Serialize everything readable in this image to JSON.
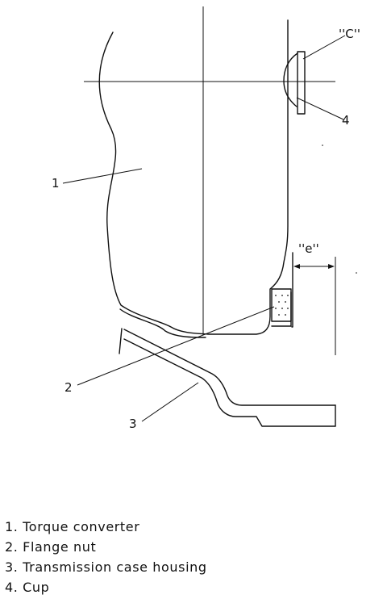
{
  "callouts": {
    "c": "''C''",
    "e": "''e''",
    "n1": "1",
    "n2": "2",
    "n3": "3",
    "n4": "4"
  },
  "legend": [
    "1. Torque converter",
    "2. Flange nut",
    "3. Transmission case housing",
    "4. Cup"
  ]
}
